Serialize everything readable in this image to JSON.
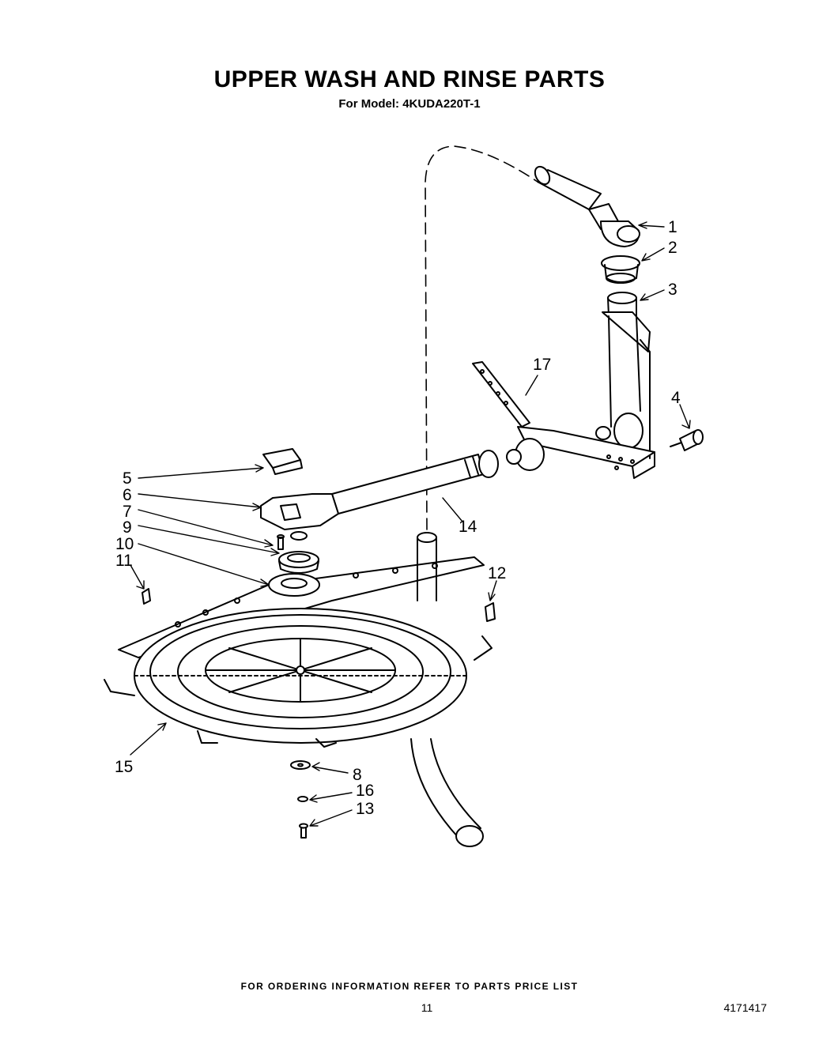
{
  "header": {
    "title": "UPPER WASH AND RINSE PARTS",
    "subtitle": "For Model: 4KUDA220T-1"
  },
  "callouts": [
    {
      "key": "c1",
      "label": "1"
    },
    {
      "key": "c2",
      "label": "2"
    },
    {
      "key": "c3",
      "label": "3"
    },
    {
      "key": "c4",
      "label": "4"
    },
    {
      "key": "c5",
      "label": "5"
    },
    {
      "key": "c6",
      "label": "6"
    },
    {
      "key": "c7",
      "label": "7"
    },
    {
      "key": "c8",
      "label": "8"
    },
    {
      "key": "c9",
      "label": "9"
    },
    {
      "key": "c10",
      "label": "10"
    },
    {
      "key": "c11",
      "label": "11"
    },
    {
      "key": "c12",
      "label": "12"
    },
    {
      "key": "c13",
      "label": "13"
    },
    {
      "key": "c14",
      "label": "14"
    },
    {
      "key": "c15",
      "label": "15"
    },
    {
      "key": "c16",
      "label": "16"
    },
    {
      "key": "c17",
      "label": "17"
    }
  ],
  "footer": {
    "ordering_note": "FOR ORDERING INFORMATION REFER TO PARTS PRICE LIST",
    "page_number": "11",
    "document_number": "4171417"
  }
}
